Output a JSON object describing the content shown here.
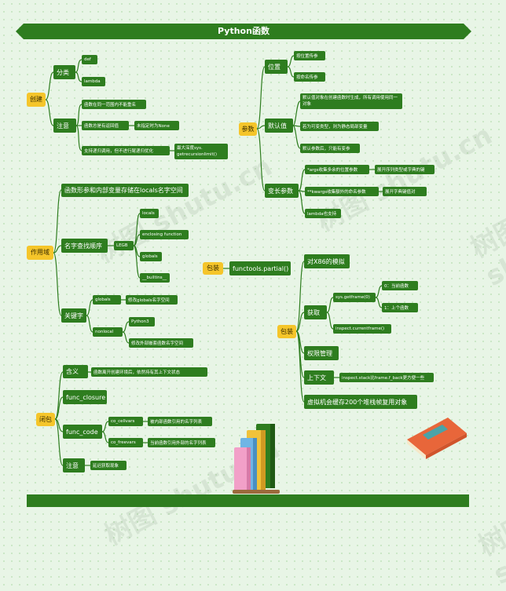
{
  "title": "Python函数",
  "watermark": "树图 shutu.cn",
  "create": {
    "root": "创建",
    "classify": "分类",
    "def": "def",
    "lambda": "lambda",
    "note": "注意",
    "note1": "函数在同一范围内不能重名",
    "note2": "函数总是有返回值",
    "note2a": "未指定时为None",
    "note3": "支持递归调用，但不进行尾递归优化",
    "note3a": "最大深度sys. getrecursionlimit()"
  },
  "scope": {
    "root": "作用域",
    "locals_desc": "函数形参和内部变量存储在locals名字空间",
    "lookup": "名字查找顺序",
    "legb": "LEGB",
    "legb_items": [
      "locals",
      "enclosing function",
      "globals",
      "__builtins__"
    ],
    "keyword": "关键字",
    "globals": "globals",
    "globals_desc": "修改globals名字空间",
    "nonlocal": "nonlocal",
    "py3": "Python3",
    "nonlocal_desc": "修改外部嵌套函数名字空间"
  },
  "closure": {
    "root": "闭包",
    "meaning": "含义",
    "meaning_desc": "函数离开创建环境后，依然持有其上下文状态",
    "func_closure": "func_closure",
    "func_code": "func_code",
    "cellvars": "co_cellvars",
    "cellvars_desc": "被内部函数引用的名字列表",
    "freevars": "co_freevars",
    "freevars_desc": "当前函数引用外部的名字列表",
    "note": "注意",
    "note_desc": "延迟获取现象"
  },
  "params": {
    "root": "参数",
    "position": "位置",
    "pos1": "按位置传参",
    "pos2": "按命名传参",
    "default": "默认值",
    "def1": "默认值对象在创建函数时生成，所有调用使用同一对象",
    "def2": "若为可变类型，则为静态局部变量",
    "def3": "默认参数后，只能有变参",
    "varargs": "变长参数",
    "var1": "*args收集多余的位置参数",
    "var1a": "展开序列类型或字典的键",
    "var2": "**kwargs收集额外的命名参数",
    "var2a": "展开字典键值对",
    "var3": "lambda也支持"
  },
  "package": {
    "root": "包装",
    "item": "functools.partial()"
  },
  "wrap": {
    "root": "包装",
    "x86": "对X86的模拟",
    "fetch": "获取",
    "getframe": "sys.getframe(0)",
    "gf0": "0：当前函数",
    "gf1": "1：上个函数",
    "currentframe": "inspect.currentframe()",
    "perm": "权限管理",
    "context": "上下文",
    "context_desc": "inspect.stack比frame.f_back更方便一些",
    "vm": "虚拟机会缓存200个堆栈帧复用对象"
  },
  "colors": {
    "branch": "#2e7d1f",
    "root": "#f5c52a",
    "line": "#2e7d1f"
  }
}
